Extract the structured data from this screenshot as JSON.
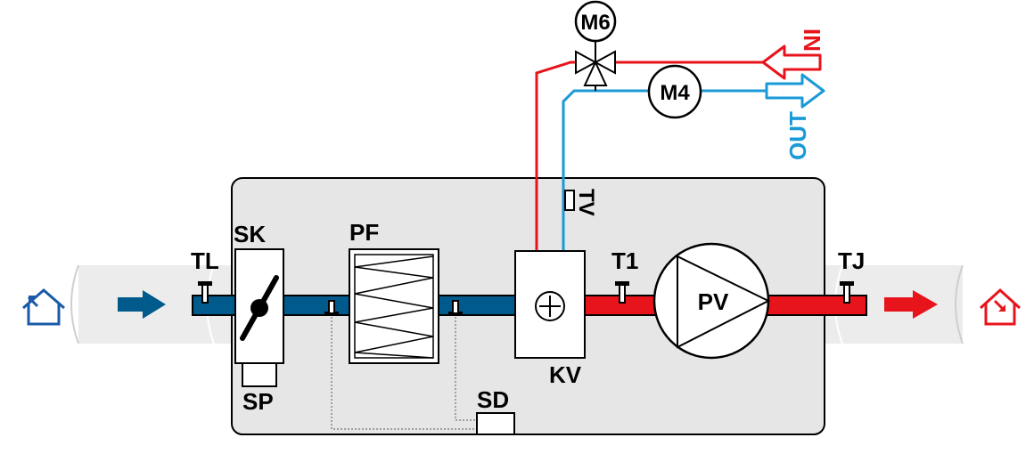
{
  "diagram": {
    "labels": {
      "tl": "TL",
      "sk": "SK",
      "sp": "SP",
      "pf": "PF",
      "kv": "KV",
      "tv": "TV",
      "t1": "T1",
      "pv": "PV",
      "tj": "TJ",
      "sd": "SD",
      "m6": "M6",
      "m4": "M4",
      "in": "IN",
      "out": "OUT"
    },
    "colors": {
      "supply_duct_blue": "#005a8c",
      "warm_duct_red": "#e8141c",
      "hot_water_red": "#e8141c",
      "return_water_blue": "#1a9ad6",
      "unit_casing": "#e6e6e6",
      "duct_grey": "#ececec",
      "icon_in_blue": "#1a5aa8",
      "icon_out_red": "#e8141c"
    },
    "icons": [
      "outdoor-house-icon",
      "indoor-house-icon",
      "flow-arrow-in-icon",
      "flow-arrow-out-icon",
      "in-arrow-icon",
      "out-arrow-icon"
    ]
  }
}
